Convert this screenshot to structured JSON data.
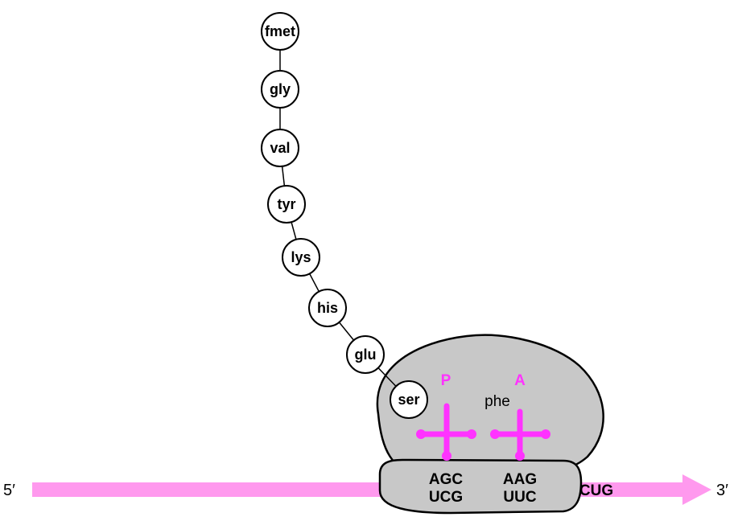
{
  "mrna": {
    "five_prime": "5′",
    "three_prime": "3′",
    "next_codon": "CUG",
    "color": "#ff99ee"
  },
  "chain": {
    "residues": [
      "fmet",
      "gly",
      "val",
      "tyr",
      "lys",
      "his",
      "glu",
      "ser"
    ]
  },
  "ribosome": {
    "color": "#c8c8c8",
    "p_site": {
      "label": "P",
      "anticodon": "AGC",
      "codon": "UCG"
    },
    "a_site": {
      "label": "A",
      "amino_acid": "phe",
      "anticodon": "AAG",
      "codon": "UUC"
    }
  },
  "trna_color": "#ff33ff"
}
